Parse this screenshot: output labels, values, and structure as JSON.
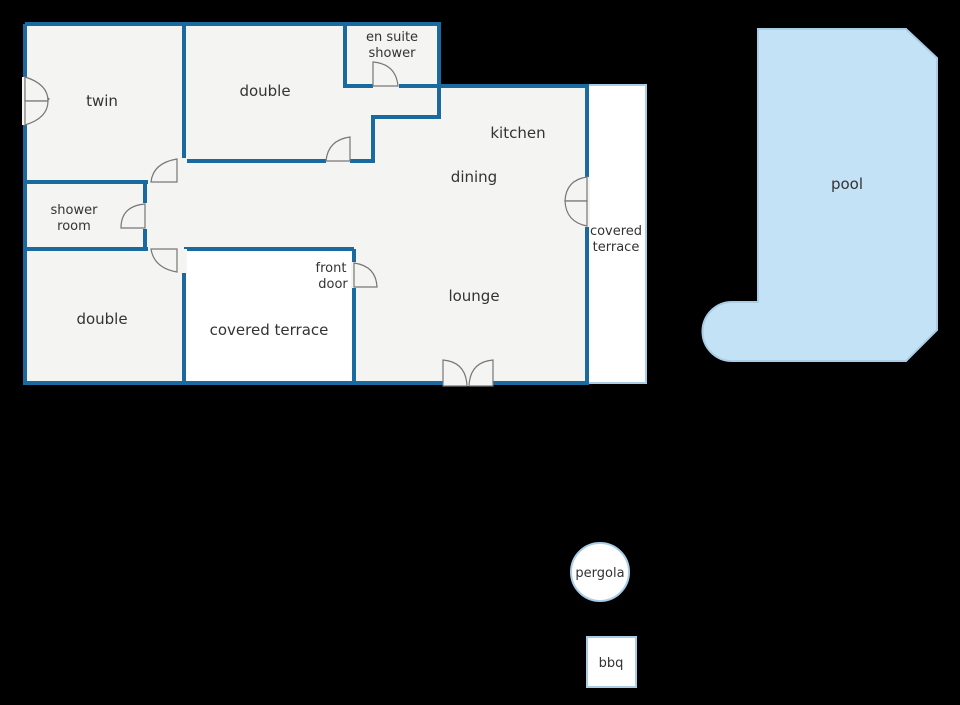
{
  "colors": {
    "background": "#000000",
    "wall": "#1a6aa0",
    "floor": "#f4f4f3",
    "terrace": "#ffffff",
    "pool": "#c4e2f6",
    "outline_light": "#a9cde6"
  },
  "rooms": {
    "twin": "twin",
    "double_top": "double",
    "en_suite_line1": "en suite",
    "en_suite_line2": "shower",
    "kitchen": "kitchen",
    "dining": "dining",
    "shower_room_line1": "shower",
    "shower_room_line2": "room",
    "double_bottom": "double",
    "covered_terrace_front": "covered terrace",
    "front_door_line1": "front",
    "front_door_line2": "door",
    "lounge": "lounge",
    "covered_terrace_side_line1": "covered",
    "covered_terrace_side_line2": "terrace"
  },
  "outdoor": {
    "pool": "pool",
    "pergola": "pergola",
    "bbq": "bbq"
  }
}
